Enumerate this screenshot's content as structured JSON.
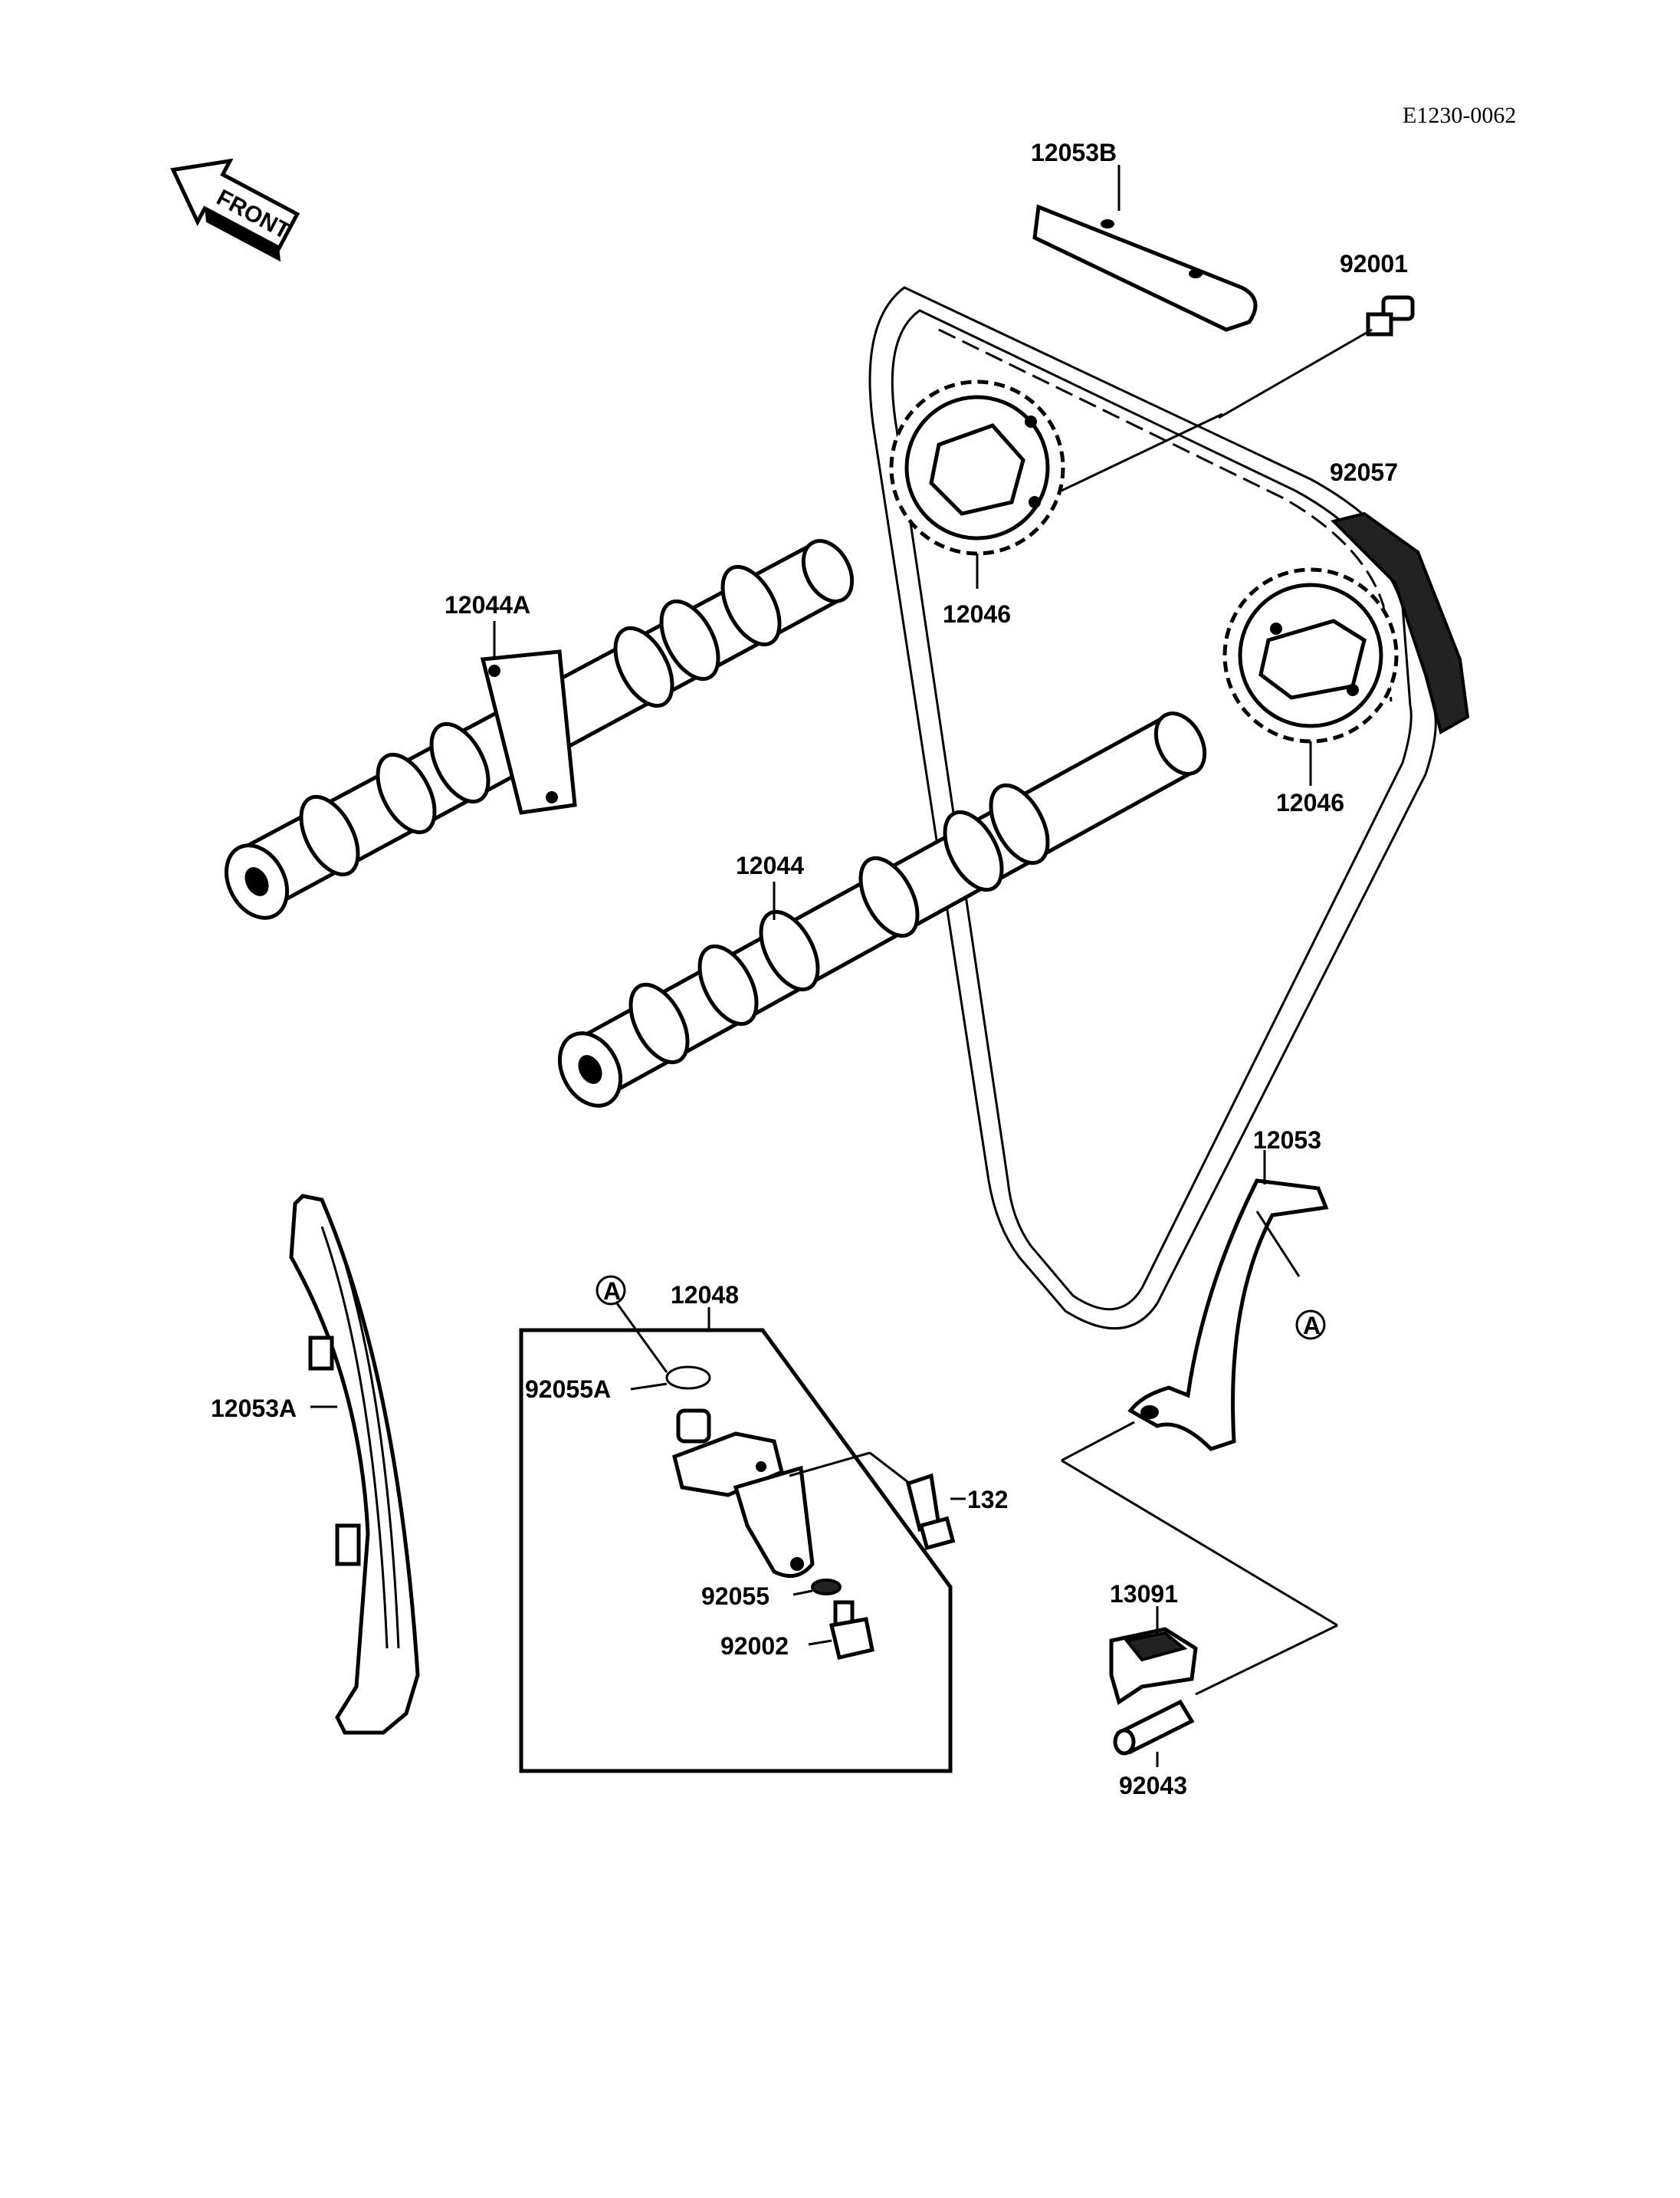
{
  "diagram_code": "E1230-0062",
  "front_label": "FRONT",
  "circle_ref": "A",
  "labels": {
    "p12053B": "12053B",
    "p92001": "92001",
    "p92057": "92057",
    "p12046_upper": "12046",
    "p12046_lower": "12046",
    "p12044A": "12044A",
    "p12044": "12044",
    "p12053": "12053",
    "p12053A": "12053A",
    "p12048": "12048",
    "p92055A": "92055A",
    "p132": "132",
    "p92055": "92055",
    "p92002": "92002",
    "p13091": "13091",
    "p92043": "92043"
  }
}
